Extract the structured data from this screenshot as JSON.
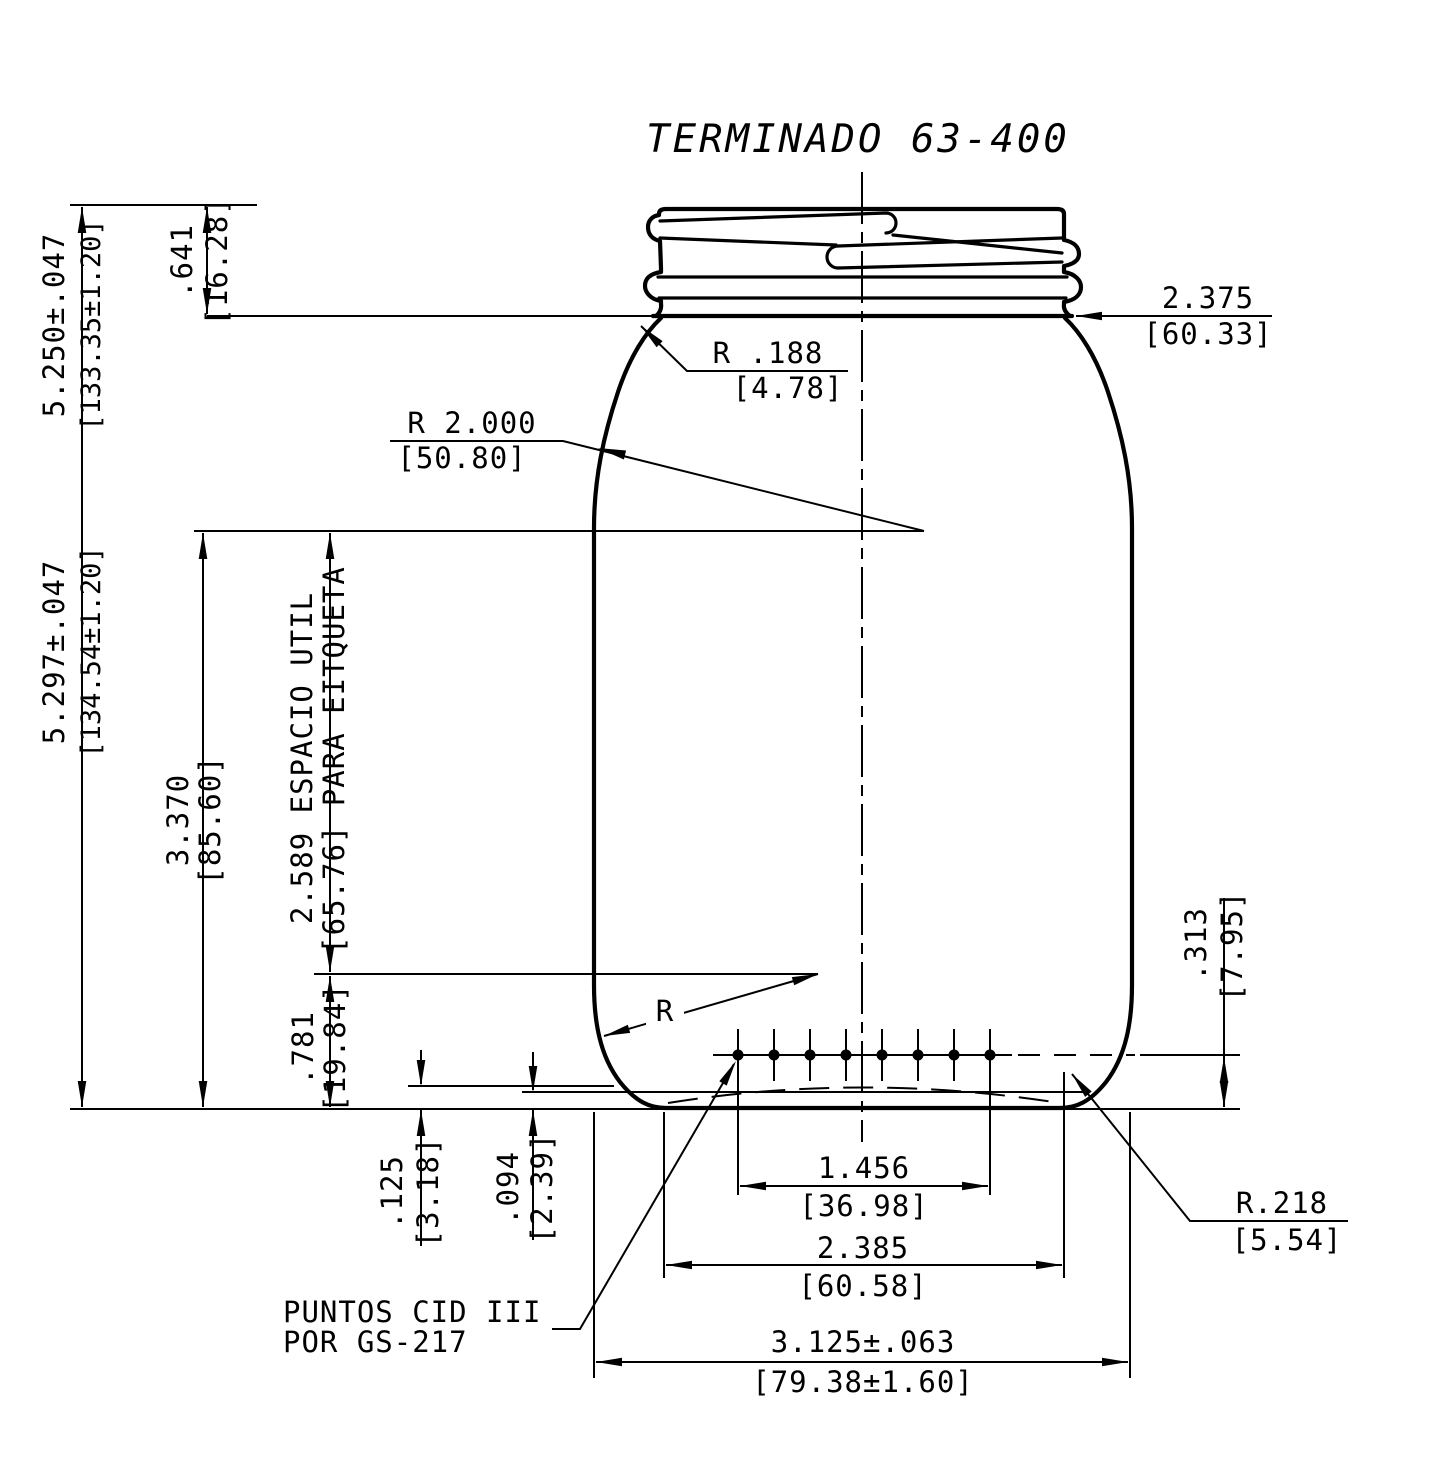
{
  "drawing": {
    "title": "TERMINADO 63-400",
    "notes": {
      "puntos_line1": "PUNTOS CID III",
      "puntos_line2": "POR GS-217"
    },
    "colors": {
      "line": "#000000",
      "background": "#ffffff"
    },
    "dimensions": {
      "finish_height": {
        "in": ".641",
        "mm": "[16.28]"
      },
      "height_a": {
        "in": "5.250±.047",
        "mm": "[133.35±1.20]"
      },
      "height_b": {
        "in": "5.297±.047",
        "mm": "[134.54±1.20]"
      },
      "body_height": {
        "in": "3.370",
        "mm": "[85.60]"
      },
      "label_space": {
        "in": "2.589 ESPACIO UTIL",
        "mm": "[65.76] PARA EITQUETA"
      },
      "neck_radius": {
        "in": "R .188",
        "mm": "[4.78]"
      },
      "shoulder_radius": {
        "in": "R 2.000",
        "mm": "[50.80]"
      },
      "finish_diameter": {
        "in": "2.375",
        "mm": "[60.33]"
      },
      "base_height": {
        "in": ".313",
        "mm": "[7.95]"
      },
      "heel_height": {
        "in": ".781",
        "mm": "[19.84]"
      },
      "base_clearance": {
        "in": ".125",
        "mm": "[3.18]"
      },
      "pushup_depth": {
        "in": ".094",
        "mm": "[2.39]"
      },
      "dots_span": {
        "in": "1.456",
        "mm": "[36.98]"
      },
      "bearing_width": {
        "in": "2.385",
        "mm": "[60.58]"
      },
      "body_diameter": {
        "in": "3.125±.063",
        "mm": "[79.38±1.60]"
      },
      "heel_radius": {
        "in": "R.218",
        "mm": "[5.54]"
      },
      "corner_radius_label": "R"
    }
  }
}
